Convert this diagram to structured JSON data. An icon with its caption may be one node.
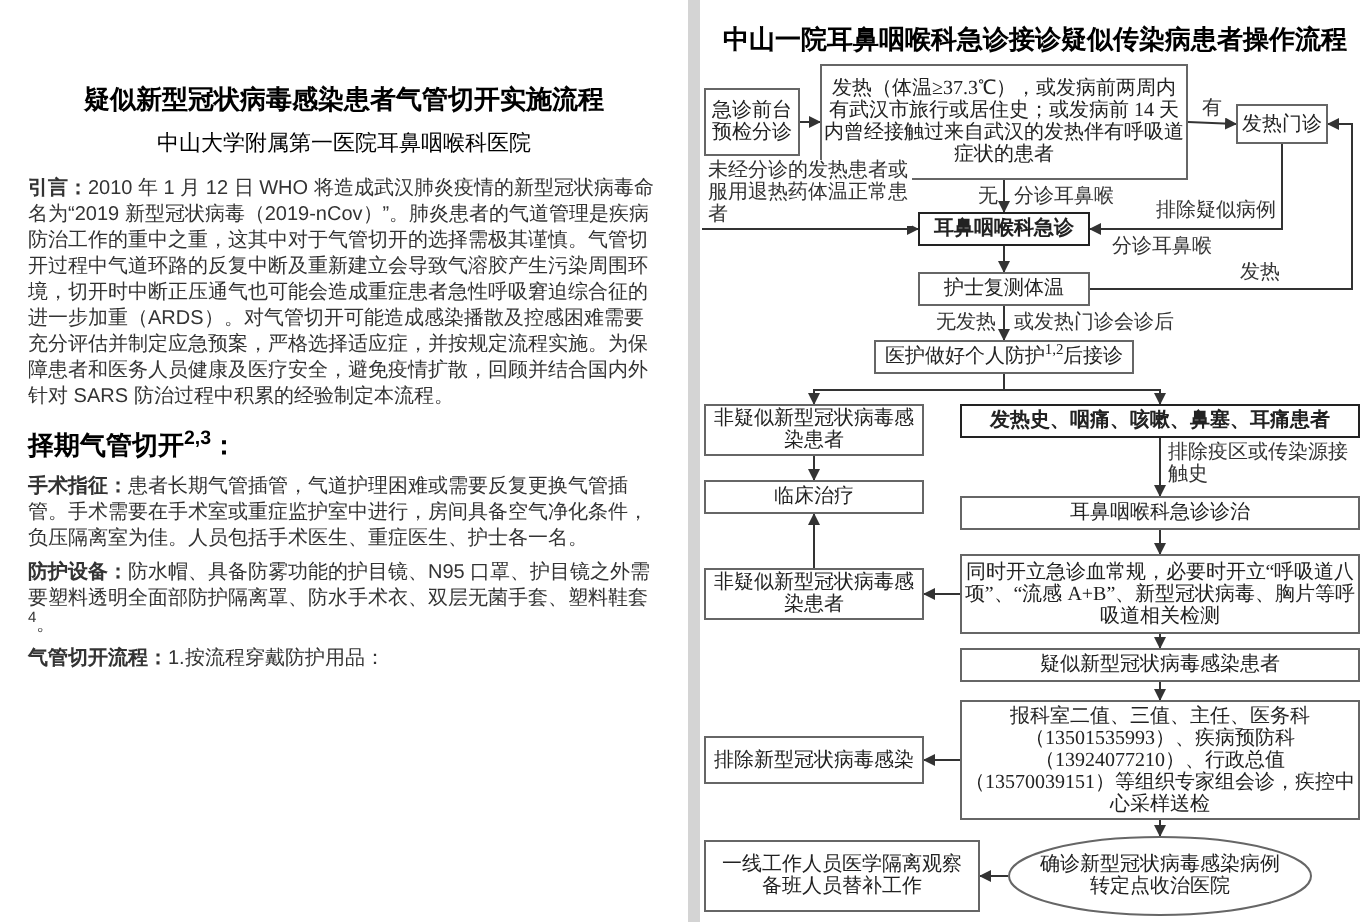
{
  "diagram": {
    "title": "中山一院耳鼻咽喉科急诊接诊疑似传染病患者操作流程",
    "nodes": [
      {
        "text": [
          "急诊前台预检分诊"
        ]
      },
      {
        "text": [
          "发热（体温≥37.3℃），或发病前两周内有武汉市旅行或居住史；或发病前 14 天内曾经接触过来自武汉的发热伴有呼吸道症状的患者"
        ]
      },
      {
        "text": [
          "发热门诊"
        ]
      },
      {
        "text": [
          "耳鼻咽喉科急诊"
        ]
      },
      {
        "text": [
          "护士复测体温"
        ]
      },
      {
        "text": [
          "医护做好个人防护$^{1,2}$后接诊"
        ]
      },
      {
        "text": [
          "非疑似新型冠状病毒感染患者"
        ]
      },
      {
        "text": [
          "发热史、咽痛、咳嗽、鼻塞、耳痛患者"
        ]
      },
      {
        "text": [
          "临床治疗"
        ]
      },
      {
        "text": [
          "耳鼻咽喉科急诊诊治"
        ]
      },
      {
        "text": [
          "非疑似新型冠状病毒感染患者"
        ]
      },
      {
        "text": [
          "同时开立急诊血常规，必要时开立“呼吸道八项”、“流感 A+B”、新型冠状病毒、胸片等呼吸道相关检测"
        ]
      },
      {
        "text": [
          "疑似新型冠状病毒感染患者"
        ]
      },
      {
        "text": [
          "报科室二值、三值、主任、医务科（13501535993）、疾病预防科（13924077210）、行政总值（13570039151）等组织专家组会诊，疾控中心采样送检"
        ]
      },
      {
        "text": [
          "排除新型冠状病毒感染"
        ]
      },
      {
        "text": [
          "一线工作人员医学隔离观察",
          "备班人员替补工作"
        ]
      },
      {
        "text": [
          "确诊新型冠状病毒感染病例转定点收治医院"
        ]
      }
    ],
    "edges": [
      {
        "from": 0,
        "to": 1,
        "arrow": "to"
      },
      {
        "from": 1,
        "to": 2,
        "arrow": "to",
        "label": "有"
      },
      {
        "from": 1,
        "to": 3,
        "arrow": "to",
        "label": "无"
      },
      {
        "from": null,
        "to": 3,
        "arrow": "to",
        "label": "未经分诊的发热患者或服用退热药体温正常患者"
      },
      {
        "from": 2,
        "to": 3,
        "arrow": "to",
        "label": "排除疑似病例"
      },
      {
        "from": 3,
        "to": 4,
        "arrow": "to"
      },
      {
        "from": 4,
        "to": 2,
        "arrow": "to",
        "label": "发热"
      },
      {
        "from": 4,
        "to": 5,
        "arrow": "to",
        "label": "无发热"
      },
      {
        "from": 5,
        "to": 6,
        "arrow": "to"
      },
      {
        "from": 5,
        "to": 7,
        "arrow": "to"
      },
      {
        "from": 6,
        "to": 8,
        "arrow": "to"
      },
      {
        "from": 7,
        "to": 9,
        "arrow": "to",
        "label": "排除疫区或传染源接触史"
      },
      {
        "from": 9,
        "to": 11,
        "arrow": "to"
      },
      {
        "from": 10,
        "to": 8,
        "arrow": "to"
      },
      {
        "from": 11,
        "to": 10,
        "arrow": "to"
      },
      {
        "from": 11,
        "to": 12,
        "arrow": "to"
      },
      {
        "from": 12,
        "to": 13,
        "arrow": "to"
      },
      {
        "from": 13,
        "to": 14,
        "arrow": "to"
      },
      {
        "from": 13,
        "to": 16,
        "arrow": "to"
      },
      {
        "from": 16,
        "to": 15,
        "arrow": "to"
      }
    ],
    "labels": [
      "疑似新型冠状病毒感染患者气管切开实施流程",
      "中山大学附属第一医院耳鼻咽喉科医院",
      "**引言：**2010 年 1 月 12 日 WHO 将造成武汉肺炎疫情的新型冠状病毒命名为“2019 新型冠状病毒（2019-nCov）”。肺炎患者的气道管理是疾病防治工作的重中之重，这其中对于气管切开的选择需极其谨慎。气管切开过程中气道环路的反复中断及重新建立会导致气溶胶产生污染周围环境，切开时中断正压通气也可能会造成重症患者急性呼吸窘迫综合征的进一步加重（ARDS）。对气管切开可能造成感染播散及控感困难需要充分评估并制定应急预案，严格选择适应症，并按规定流程实施。为保障患者和医务人员健康及医疗安全，避免疫情扩散，回顾并结合国内外针对 SARS 防治过程中积累的经验制定本流程。",
      "择期气管切开$^{2,3}$：",
      "**手术指征：**患者长期气管插管，气道护理困难或需要反复更换气管插管。手术需要在手术室或重症监护室中进行，房间具备空气净化条件，负压隔离室为佳。人员包括手术医生、重症医生、护士各一名。",
      "**防护设备：**防水帽、具备防雾功能的护目镜、N95 口罩、护目镜之外需要塑料透明全面部防护隔离罩、防水手术衣、双层无菌手套、塑料鞋套$^{4}$。",
      "**气管切开流程：**1.按流程穿戴防护用品：",
      "分诊耳鼻喉",
      "分诊耳鼻喉",
      "或发热门诊会诊后"
    ]
  }
}
